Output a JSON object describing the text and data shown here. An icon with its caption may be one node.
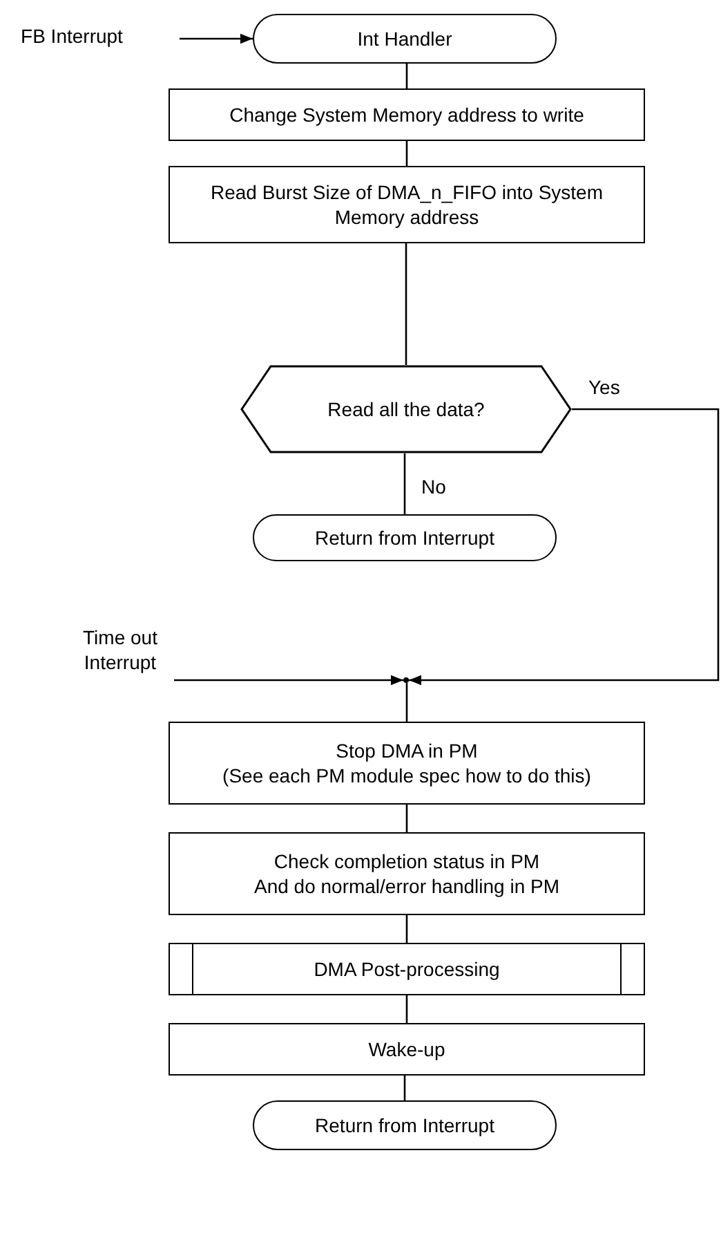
{
  "diagram": {
    "nodes": [
      {
        "text": [
          "FB Interrupt"
        ]
      },
      {
        "text": [
          "Int Handler"
        ]
      },
      {
        "text": [
          "Change System Memory address to write"
        ]
      },
      {
        "text": [
          "Read Burst Size of DMA_n_FIFO into System Memory address"
        ]
      },
      {
        "text": [
          "Read all the data?"
        ]
      },
      {
        "text": [
          "Return from Interrupt"
        ]
      },
      {
        "text": [
          "Time out Interrupt"
        ]
      },
      {
        "text": [],
        "shape": "point"
      },
      {
        "text": [
          "Stop DMA in PM",
          "(See each PM module spec how to do this)"
        ]
      },
      {
        "text": [
          "Check completion status in PM",
          "And do normal/error handling in PM"
        ]
      },
      {
        "text": [
          "DMA Post-processing"
        ]
      },
      {
        "text": [
          "Wake-up"
        ]
      },
      {
        "text": [
          "Return from Interrupt"
        ]
      }
    ],
    "edges": [
      {
        "from": 0,
        "to": 1,
        "arrow": "to"
      },
      {
        "from": 1,
        "to": 2,
        "arrow": "none"
      },
      {
        "from": 2,
        "to": 3,
        "arrow": "none"
      },
      {
        "from": 3,
        "to": 4,
        "arrow": "none"
      },
      {
        "from": 4,
        "to": 5,
        "arrow": "none",
        "label": "No"
      },
      {
        "from": 4,
        "to": 7,
        "arrow": "to",
        "label": "Yes"
      },
      {
        "from": 6,
        "to": 7,
        "arrow": "to"
      },
      {
        "from": 7,
        "to": 8,
        "arrow": "none"
      },
      {
        "from": 8,
        "to": 9,
        "arrow": "none"
      },
      {
        "from": 9,
        "to": 10,
        "arrow": "none"
      },
      {
        "from": 10,
        "to": 11,
        "arrow": "none"
      },
      {
        "from": 11,
        "to": 12,
        "arrow": "none"
      }
    ]
  }
}
